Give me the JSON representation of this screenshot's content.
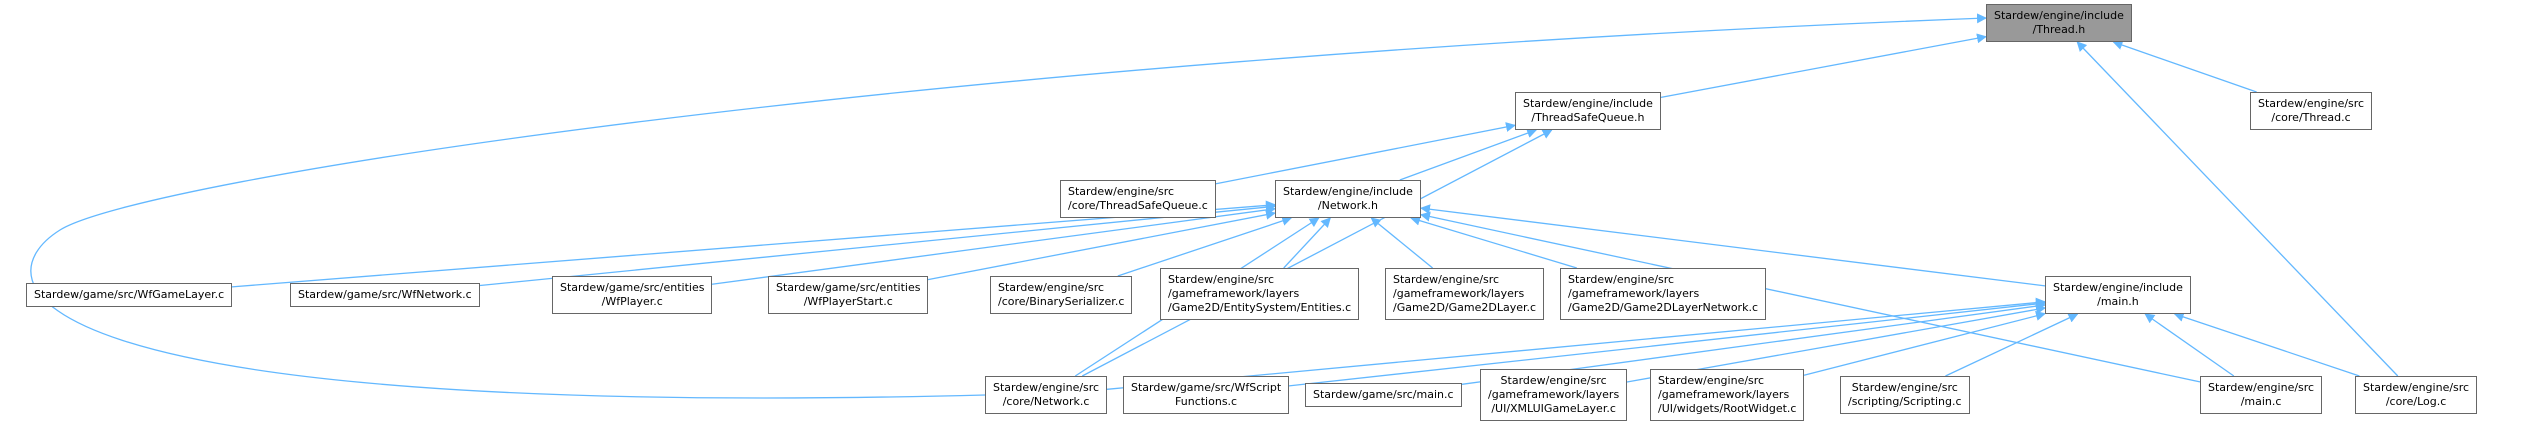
{
  "colors": {
    "edge": "#63b8ff",
    "root_fill": "#999999",
    "node_border": "#666666"
  },
  "nodes": {
    "thread_h": {
      "lines": [
        "Stardew/engine/include",
        "/Thread.h"
      ]
    },
    "thread_c": {
      "lines": [
        "Stardew/engine/src",
        "/core/Thread.c"
      ]
    },
    "tsq_h": {
      "lines": [
        "Stardew/engine/include",
        "/ThreadSafeQueue.h"
      ]
    },
    "tsq_c": {
      "lines": [
        "Stardew/engine/src",
        "/core/ThreadSafeQueue.c"
      ]
    },
    "network_h": {
      "lines": [
        "Stardew/engine/include",
        "/Network.h"
      ]
    },
    "wfgamelayer": {
      "lines": [
        "Stardew/game/src/WfGameLayer.c"
      ]
    },
    "wfnetwork": {
      "lines": [
        "Stardew/game/src/WfNetwork.c"
      ]
    },
    "wfplayer": {
      "lines": [
        "Stardew/game/src/entities",
        "/WfPlayer.c"
      ]
    },
    "wfplayerstart": {
      "lines": [
        "Stardew/game/src/entities",
        "/WfPlayerStart.c"
      ]
    },
    "binaryserializer": {
      "lines": [
        "Stardew/engine/src",
        "/core/BinarySerializer.c"
      ]
    },
    "entities": {
      "lines": [
        "Stardew/engine/src",
        "/gameframework/layers",
        "/Game2D/EntitySystem/Entities.c"
      ]
    },
    "game2dlayer": {
      "lines": [
        "Stardew/engine/src",
        "/gameframework/layers",
        "/Game2D/Game2DLayer.c"
      ]
    },
    "game2dlayernetwork": {
      "lines": [
        "Stardew/engine/src",
        "/gameframework/layers",
        "/Game2D/Game2DLayerNetwork.c"
      ]
    },
    "main_h": {
      "lines": [
        "Stardew/engine/include",
        "/main.h"
      ]
    },
    "network_c": {
      "lines": [
        "Stardew/engine/src",
        "/core/Network.c"
      ]
    },
    "wfscriptfunctions": {
      "lines": [
        "Stardew/game/src/WfScript",
        "Functions.c"
      ]
    },
    "game_main_c": {
      "lines": [
        "Stardew/game/src/main.c"
      ]
    },
    "xmluigamelayer": {
      "lines": [
        "Stardew/engine/src",
        "/gameframework/layers",
        "/UI/XMLUIGameLayer.c"
      ]
    },
    "rootwidget": {
      "lines": [
        "Stardew/engine/src",
        "/gameframework/layers",
        "/UI/widgets/RootWidget.c"
      ]
    },
    "scripting": {
      "lines": [
        "Stardew/engine/src",
        "/scripting/Scripting.c"
      ]
    },
    "engine_main_c": {
      "lines": [
        "Stardew/engine/src",
        "/main.c"
      ]
    },
    "log_c": {
      "lines": [
        "Stardew/engine/src",
        "/core/Log.c"
      ]
    }
  },
  "edges": [
    [
      "thread_c",
      "thread_h"
    ],
    [
      "tsq_h",
      "thread_h"
    ],
    [
      "network_c",
      "thread_h"
    ],
    [
      "log_c",
      "thread_h"
    ],
    [
      "tsq_c",
      "tsq_h"
    ],
    [
      "network_h",
      "tsq_h"
    ],
    [
      "network_c",
      "tsq_h"
    ],
    [
      "wfgamelayer",
      "network_h"
    ],
    [
      "wfnetwork",
      "network_h"
    ],
    [
      "wfplayer",
      "network_h"
    ],
    [
      "wfplayerstart",
      "network_h"
    ],
    [
      "binaryserializer",
      "network_h"
    ],
    [
      "entities",
      "network_h"
    ],
    [
      "game2dlayer",
      "network_h"
    ],
    [
      "game2dlayernetwork",
      "network_h"
    ],
    [
      "main_h",
      "network_h"
    ],
    [
      "network_c",
      "network_h"
    ],
    [
      "engine_main_c",
      "network_h"
    ],
    [
      "network_c",
      "main_h"
    ],
    [
      "wfscriptfunctions",
      "main_h"
    ],
    [
      "game_main_c",
      "main_h"
    ],
    [
      "xmluigamelayer",
      "main_h"
    ],
    [
      "rootwidget",
      "main_h"
    ],
    [
      "scripting",
      "main_h"
    ],
    [
      "engine_main_c",
      "main_h"
    ],
    [
      "log_c",
      "main_h"
    ]
  ]
}
